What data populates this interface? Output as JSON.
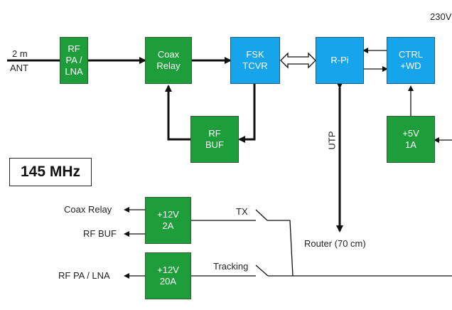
{
  "title": "145 MHz",
  "colors": {
    "green": "#1e9e3a",
    "blue": "#16a4ea",
    "line": "#111111"
  },
  "blocks": {
    "rf_pa": {
      "lines": [
        "RF",
        "PA /",
        "LNA"
      ]
    },
    "coax_relay": {
      "lines": [
        "Coax",
        "Relay"
      ]
    },
    "fsk_tcvr": {
      "lines": [
        "FSK",
        "TCVR"
      ]
    },
    "rpi": {
      "lines": [
        "R-Pi"
      ]
    },
    "ctrl_wd": {
      "lines": [
        "CTRL",
        "+WD"
      ]
    },
    "rf_buf": {
      "lines": [
        "RF",
        "BUF"
      ]
    },
    "psu_5v": {
      "lines": [
        "+5V",
        "1A"
      ]
    },
    "psu_12v_2a": {
      "lines": [
        "+12V",
        "2A"
      ]
    },
    "psu_12v_20a": {
      "lines": [
        "+12V",
        "20A"
      ]
    }
  },
  "labels": {
    "ant_top": "2 m",
    "ant_bottom": "ANT",
    "mains": "230V",
    "utp": "UTP",
    "router": "Router (70 cm)",
    "tx": "TX",
    "tracking": "Tracking",
    "out_coax_relay": "Coax Relay",
    "out_rf_buf": "RF BUF",
    "out_rf_pa": "RF PA / LNA"
  }
}
